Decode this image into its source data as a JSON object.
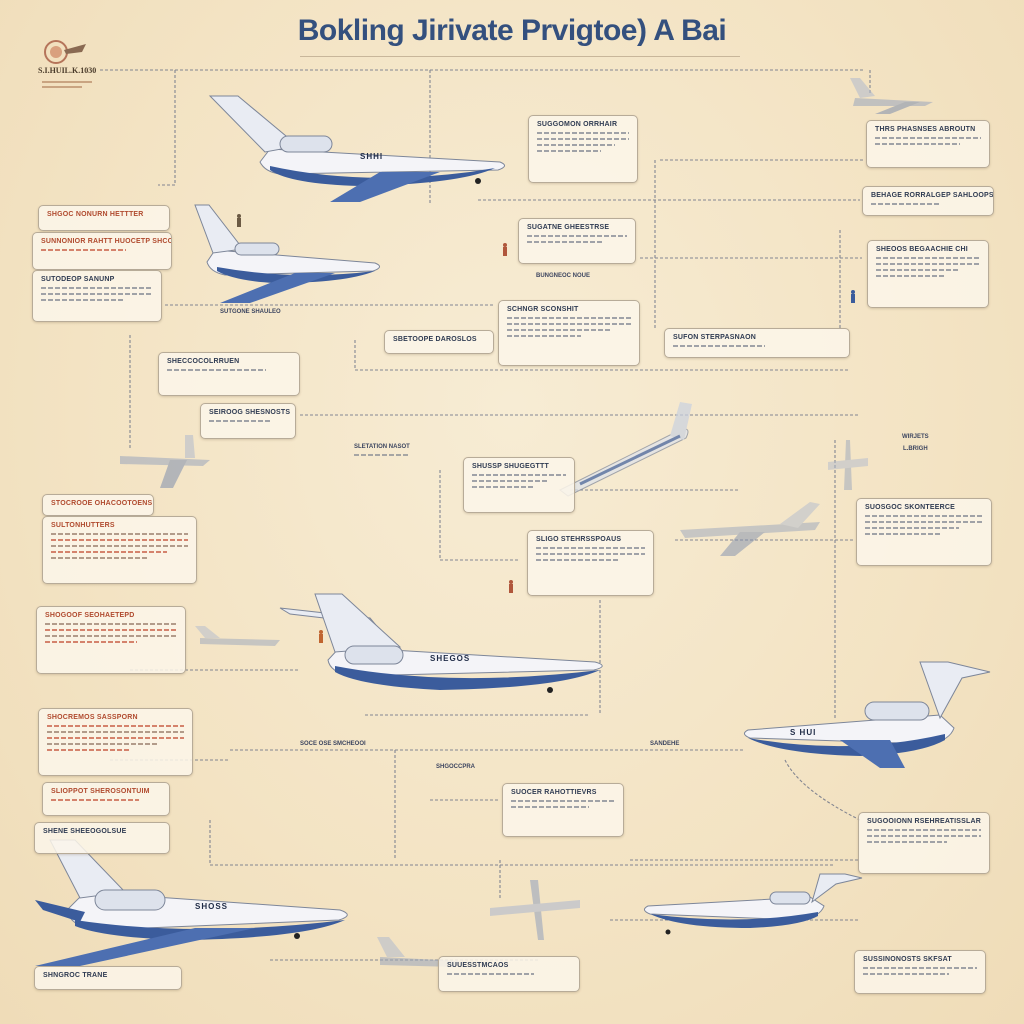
{
  "title": "Bokling Jirivate Prvigtoe) A Bai",
  "logo": {
    "text": "S.I.HUIL.K.1030"
  },
  "side_label": {
    "line1": "WIRJETS",
    "line2": "L.BRIGH"
  },
  "jets": [
    {
      "reg": "SHHI"
    },
    {
      "reg": ""
    },
    {
      "reg": "SHEGOS"
    },
    {
      "reg": "S HUI"
    },
    {
      "reg": "SHOSS"
    },
    {
      "reg": ""
    }
  ],
  "boxes": [
    {
      "head": "SUGGOMON ORRHAIR"
    },
    {
      "head": "THRS PHASNSES ABROUTN"
    },
    {
      "head": "BEHAGE RORRALGEP SAHLOOPS"
    },
    {
      "head": "SHEOOS BEGAACHIE CHI"
    },
    {
      "head": "SHGOC NONURN HETTTER"
    },
    {
      "head": "SUNNONIOR RAHTT HUOCETP SHCOTHT"
    },
    {
      "head": "SUTODEOP SANUNP"
    },
    {
      "head": "SUGATNE GHEESTRSE"
    },
    {
      "head": "SCHNGR SCONSHIT"
    },
    {
      "head": "SBETOOPE DAROSLOS"
    },
    {
      "head": "SUFON STERPASNAON"
    },
    {
      "head": "SHECCOCOLRRUEN"
    },
    {
      "head": "SEIROOG SHESNOSTS"
    },
    {
      "head": "SHUSSP SHUGEGTTT"
    },
    {
      "head": "STOCROOE OHACOOTOENS"
    },
    {
      "head": "SULTONHUTTERS"
    },
    {
      "head": "SUOSGOC SKONTEERCE"
    },
    {
      "head": "SLIGO STEHRSSPOAUS"
    },
    {
      "head": "SHOGOOF SEOHAETEPD"
    },
    {
      "head": "SHOCREMOS SASSPORN"
    },
    {
      "head": "SLIOPPOT SHEROSONTUIM"
    },
    {
      "head": "SHENE SHEEOGOLSUE"
    },
    {
      "head": "SUOCER RAHOTTIEVRS"
    },
    {
      "head": "SUGOOIONN RSEHREATISSLAR"
    },
    {
      "head": "SUSSINONOSTS SKFSAT"
    }
  ],
  "tags": [
    {
      "text": "BUNGNEOC NOUE"
    },
    {
      "text": "SLETATION NASOT"
    },
    {
      "text": "SUTGONE SHAULEO"
    },
    {
      "text": "SOCE OSE SMCHEOOI"
    },
    {
      "text": "SHGOCCPRA"
    },
    {
      "text": "SUUESSTMCAOS"
    },
    {
      "text": "SHNGROC TRANE"
    },
    {
      "text": "SANDEHE"
    }
  ]
}
